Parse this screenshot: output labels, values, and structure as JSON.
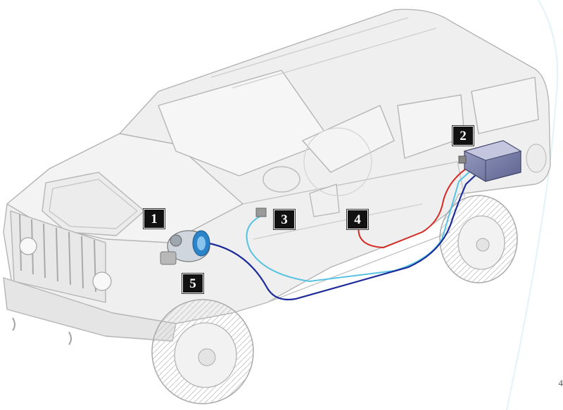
{
  "labels": {
    "one": "1",
    "two": "2",
    "three": "3",
    "four": "4",
    "five": "5"
  },
  "corner_text": "4",
  "colors": {
    "outline": "#b9b9b9",
    "body_fill": "#eeeeee",
    "red_line": "#d62a25",
    "light_blue_line": "#56c3e3",
    "dark_blue_line": "#1d2a9a",
    "box_unit": "#7b80a8",
    "pump_accent": "#2b84c8"
  }
}
